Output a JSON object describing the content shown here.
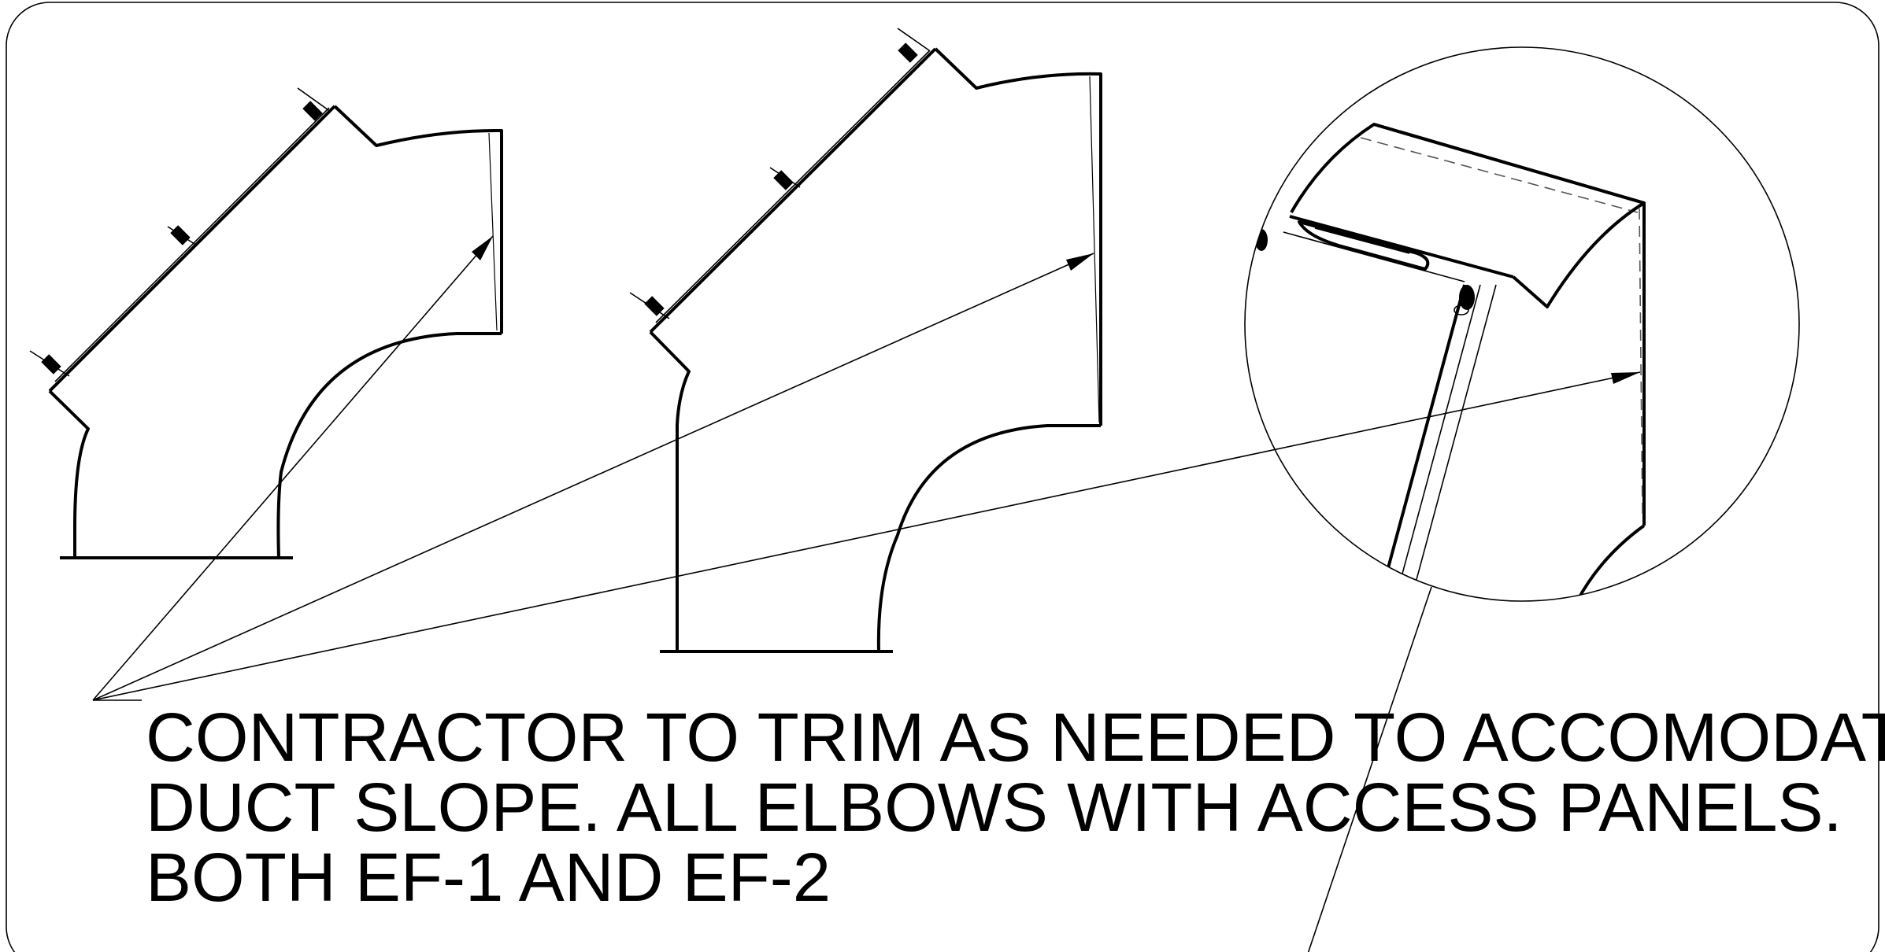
{
  "note": {
    "lines": [
      "CONTRACTOR TO TRIM AS NEEDED TO ACCOMODATE",
      "DUCT SLOPE. ALL ELBOWS WITH ACCESS PANELS.",
      "BOTH EF-1 AND EF-2"
    ]
  },
  "colors": {
    "line": "#000000",
    "background": "#ffffff"
  },
  "components": [
    "small-elbow",
    "large-elbow",
    "detail-callout-circle",
    "leader-lines",
    "wing-nuts"
  ]
}
